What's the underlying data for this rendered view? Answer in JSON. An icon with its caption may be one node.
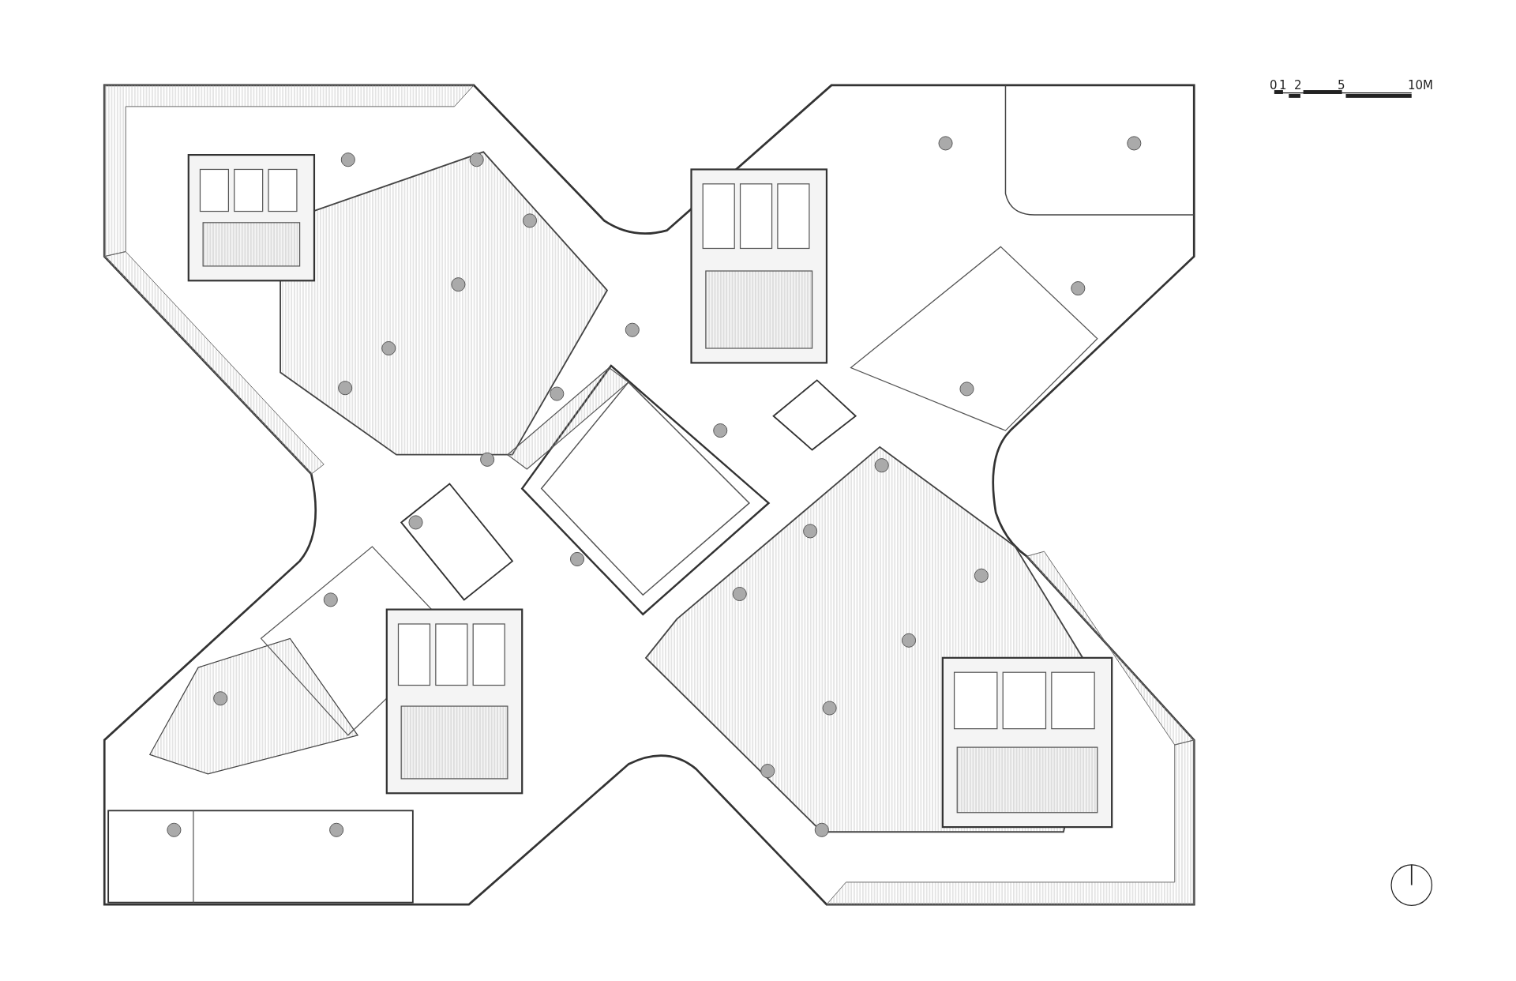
{
  "diagram": {
    "labels": [
      "0",
      "1",
      "2",
      "5",
      "10M"
    ]
  }
}
